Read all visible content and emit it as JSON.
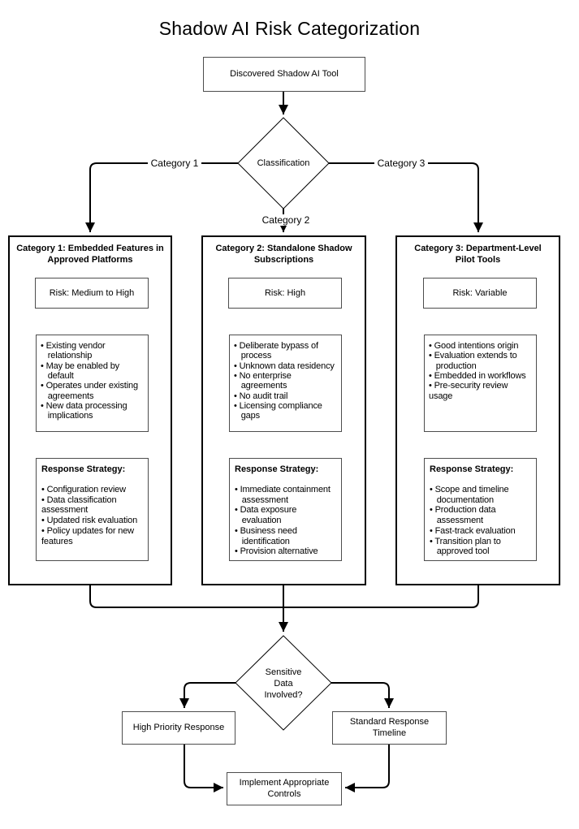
{
  "title": "Shadow AI Risk Categorization",
  "nodes": {
    "start": "Discovered Shadow AI Tool",
    "classification": "Classification",
    "category1_label": "Category 1",
    "category2_label": "Category 2",
    "category3_label": "Category 3",
    "sensitive_decision": "Sensitive\nData\nInvolved?",
    "high_priority": "High Priority Response",
    "standard_response": "Standard Response\nTimeline",
    "implement": "Implement Appropriate\nControls"
  },
  "categories": [
    {
      "header": "Category 1: Embedded Features in\nApproved Platforms",
      "risk": "Risk: Medium to High",
      "characteristics": "• Existing vendor\n   relationship\n• May be enabled by\n   default\n• Operates under existing\n   agreements\n• New data processing\n   implications",
      "response_title": "Response Strategy:",
      "response": "• Configuration review\n• Data classification\nassessment\n• Updated risk evaluation\n• Policy updates for new\nfeatures"
    },
    {
      "header": "Category 2: Standalone Shadow\nSubscriptions",
      "risk": "Risk: High",
      "characteristics": "• Deliberate bypass of\n   process\n• Unknown data residency\n• No enterprise\n   agreements\n• No audit trail\n• Licensing compliance\n   gaps",
      "response_title": "Response Strategy:",
      "response": "• Immediate containment\n   assessment\n• Data exposure\n   evaluation\n• Business need\n   identification\n• Provision alternative"
    },
    {
      "header": "Category 3: Department-Level\nPilot Tools",
      "risk": "Risk: Variable",
      "characteristics": "• Good intentions origin\n• Evaluation extends to\n   production\n• Embedded in workflows\n• Pre-security review\nusage",
      "response_title": "Response Strategy:",
      "response": "• Scope and timeline\n   documentation\n• Production data\n   assessment\n• Fast-track evaluation\n• Transition plan to\n   approved tool"
    }
  ],
  "colors": {
    "line": "#000000",
    "thin_border": "#4d4d4d",
    "background": "#ffffff"
  }
}
